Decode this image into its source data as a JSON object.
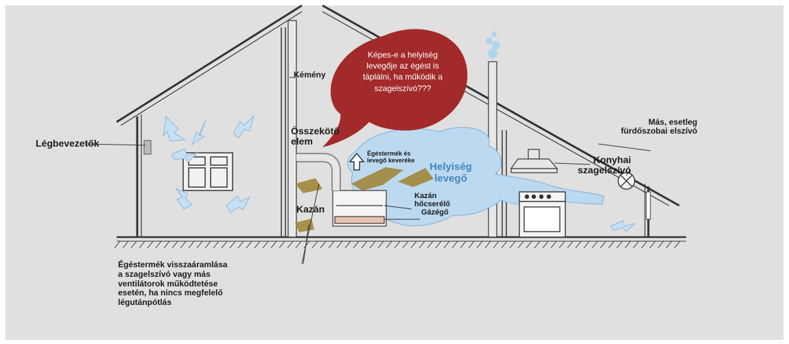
{
  "colors": {
    "background": "#dcdcdc",
    "bubble": "#a32a2a",
    "air": "#bcd9ef",
    "air_outline": "#8bb7dc",
    "fumes": "#9e8a3a",
    "lines": "#333333"
  },
  "labels": {
    "legbevezetok": "Légbevezetők",
    "kemeny": "Kémény",
    "osszekoto": "Összekötő\nelem",
    "egestermek_keverek": "Égéstermék és\nlevegő keveréke",
    "helyiseg_levego": "Helyiség\nlevegő",
    "kazan": "Kazán",
    "kazan_hocserelo": "Kazán\nhőcserélő",
    "gazego": "Gázégő",
    "konyhai_szagelszivo": "Konyhai\nszagelszívó",
    "mas_elszivo": "Más, esetleg\nfürdőszobai elszívó",
    "bottom_note": "Égéstermék visszaáramlása\na szagelszívó vagy más\nventilátorok működtetése\nesetén, ha nincs megfelelő\nlégutánpótlás"
  },
  "bubble": {
    "text": "Képes-e a helyiség levegője az égést is táplálni, ha működik a szagelszívó???"
  }
}
